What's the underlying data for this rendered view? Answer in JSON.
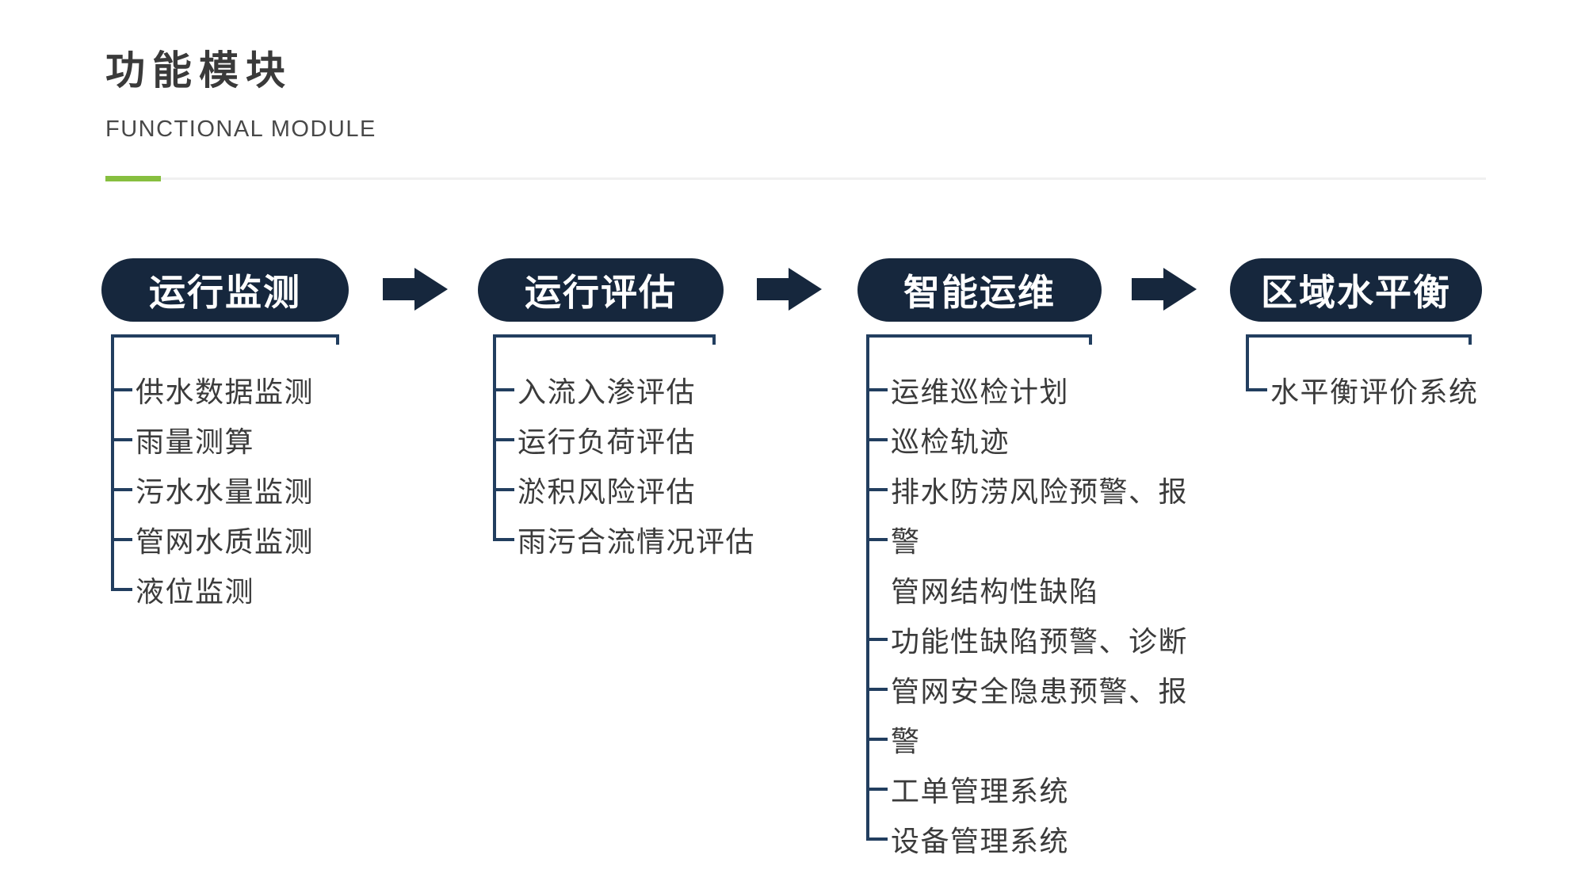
{
  "header": {
    "title_cn": "功能模块",
    "title_en": "FUNCTIONAL MODULE"
  },
  "colors": {
    "pill_navy": "#16273d",
    "connector_line": "#223e5f",
    "accent_green": "#87bf3f",
    "divider_gray": "#f0f0f0",
    "item_text": "#3b3b3b"
  },
  "modules": [
    {
      "name": "运行监测",
      "items": [
        {
          "label": "供水数据监测",
          "tick": true
        },
        {
          "label": "雨量测算",
          "tick": true
        },
        {
          "label": "污水水量监测",
          "tick": true
        },
        {
          "label": "管网水质监测",
          "tick": true
        },
        {
          "label": "液位监测",
          "tick": true
        }
      ]
    },
    {
      "name": "运行评估",
      "items": [
        {
          "label": "入流入渗评估",
          "tick": true
        },
        {
          "label": "运行负荷评估",
          "tick": true
        },
        {
          "label": "淤积风险评估",
          "tick": true
        },
        {
          "label": "雨污合流情况评估",
          "tick": true
        }
      ]
    },
    {
      "name": "智能运维",
      "items": [
        {
          "label": "运维巡检计划",
          "tick": true
        },
        {
          "label": "巡检轨迹",
          "tick": true
        },
        {
          "label": "排水防涝风险预警、报",
          "tick": true
        },
        {
          "label": "警",
          "tick": true
        },
        {
          "label": "管网结构性缺陷",
          "tick": false
        },
        {
          "label": "功能性缺陷预警、诊断",
          "tick": true
        },
        {
          "label": "管网安全隐患预警、报",
          "tick": true
        },
        {
          "label": "警",
          "tick": true
        },
        {
          "label": "工单管理系统",
          "tick": true
        },
        {
          "label": "设备管理系统",
          "tick": true
        }
      ]
    },
    {
      "name": "区域水平衡",
      "items": [
        {
          "label": "水平衡评价系统",
          "tick": true
        }
      ]
    }
  ]
}
